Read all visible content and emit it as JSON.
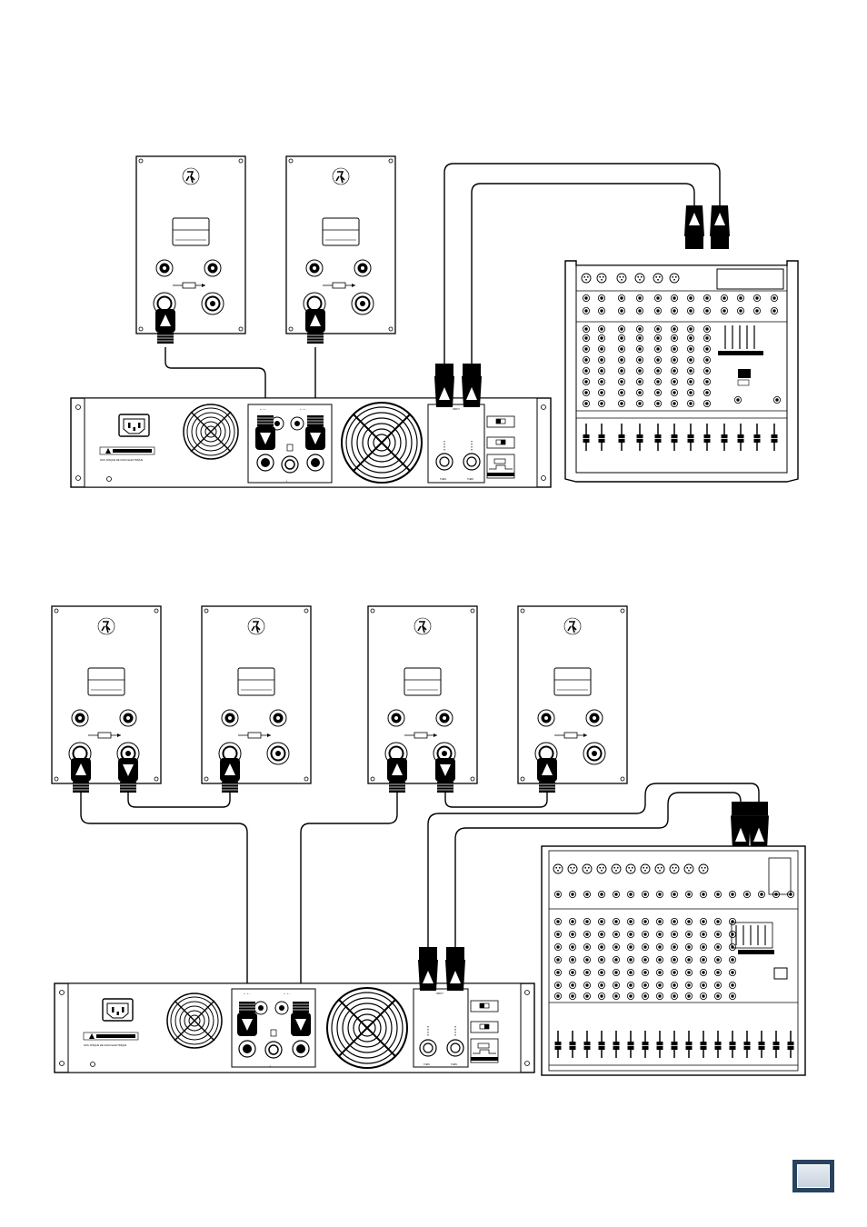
{
  "diagrams": [
    {
      "id": "top",
      "speakers": 2,
      "mixer_model": "",
      "amp_input_labels": [
        "THRU",
        "THRU"
      ]
    },
    {
      "id": "bottom",
      "speakers": 4,
      "mixer_model": "",
      "amp_input_labels": [
        "THRU",
        "THRU"
      ]
    }
  ],
  "amp_labels": {
    "input_header": "INPUT",
    "warning_text": "AVIS: RISQUE DE CHOC ELECTRIQUE"
  },
  "page_marker": {
    "shape": "blue-box",
    "color": "#27435f"
  }
}
